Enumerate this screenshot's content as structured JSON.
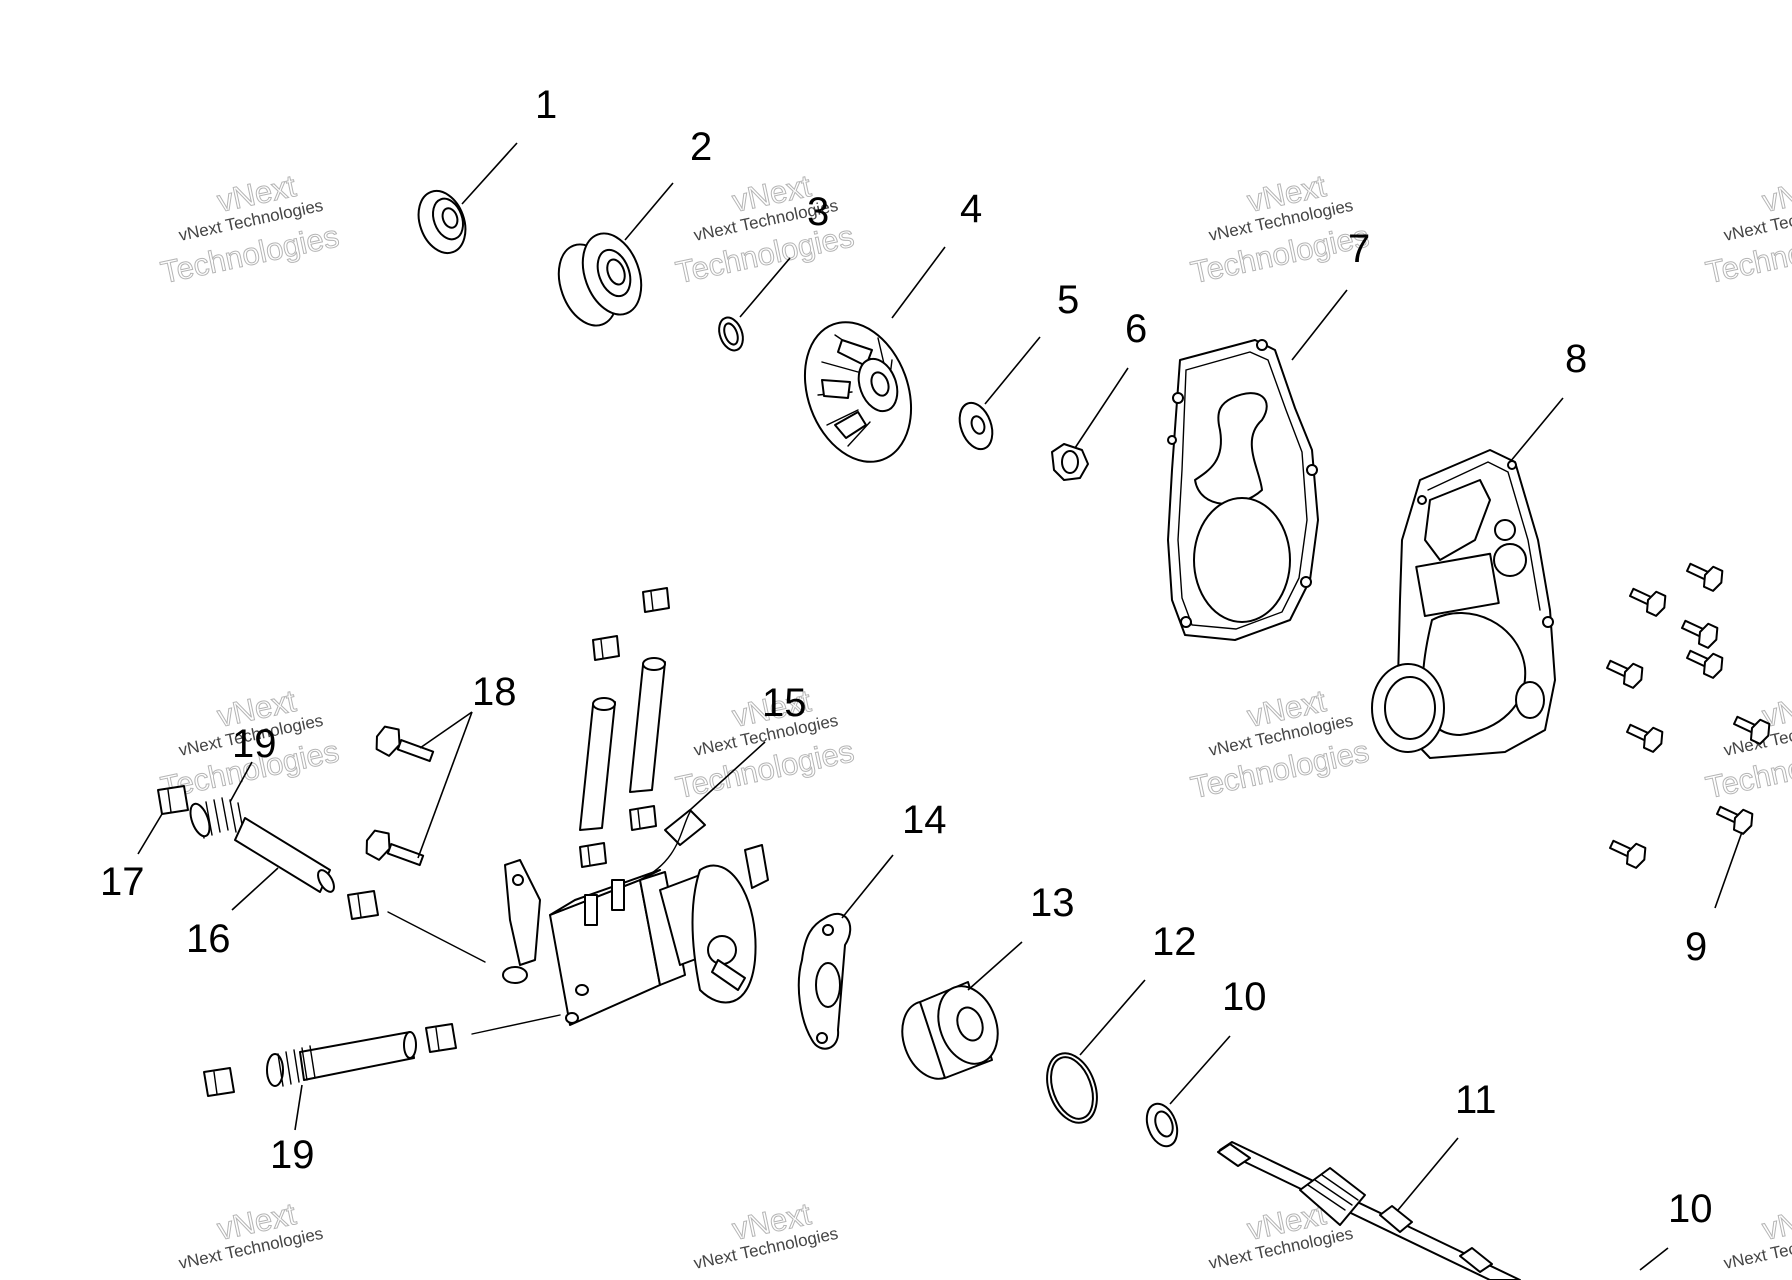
{
  "watermark": {
    "line1": "vNext",
    "line2": "vNext Technologies",
    "line3": "Technologies"
  },
  "callouts": {
    "c1": "1",
    "c2": "2",
    "c3": "3",
    "c4": "4",
    "c5": "5",
    "c6": "6",
    "c7": "7",
    "c8": "8",
    "c9": "9",
    "c10a": "10",
    "c10b": "10",
    "c11": "11",
    "c12": "12",
    "c13": "13",
    "c14": "14",
    "c15": "15",
    "c16": "16",
    "c17": "17",
    "c18": "18",
    "c19a": "19",
    "c19b": "19"
  },
  "colors": {
    "line": "#000000",
    "background": "#ffffff",
    "watermark": "#b5b5b5"
  }
}
